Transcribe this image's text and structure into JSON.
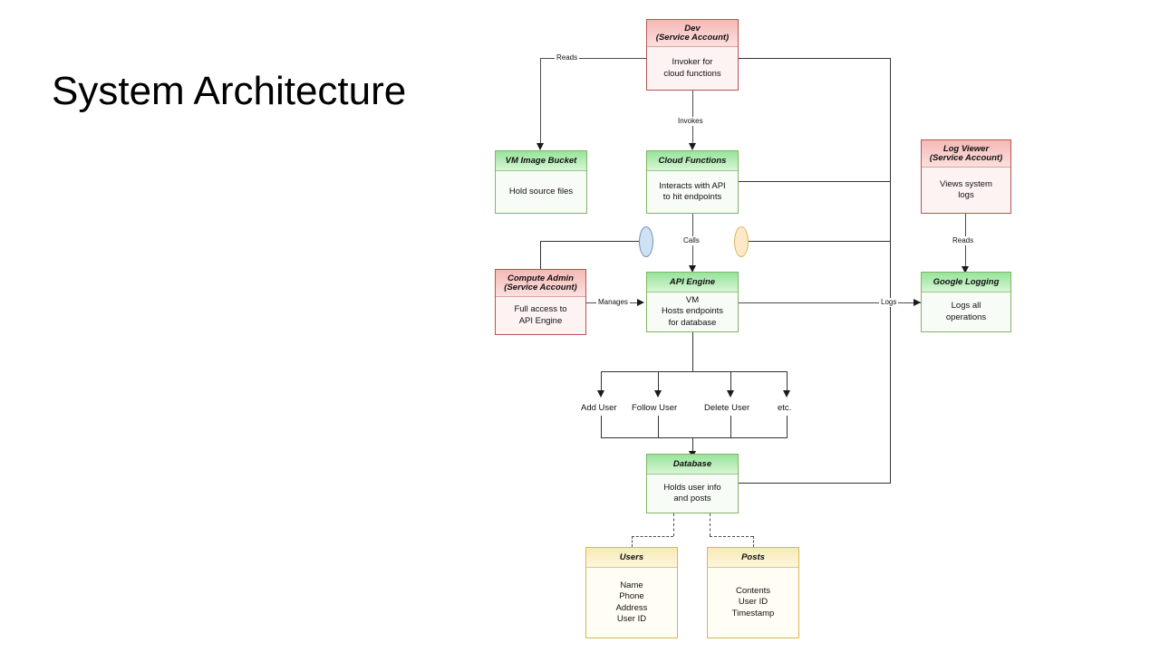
{
  "slide": {
    "title": "System Architecture",
    "background": "#ffffff"
  },
  "colors": {
    "service_account_fill": "#f8cecc",
    "service_account_stroke": "#b85450",
    "gcp_service_fill": "#d5e8d4",
    "gcp_service_stroke": "#82b366",
    "table_fill": "#fff2cc",
    "table_stroke": "#d6b656",
    "connector_stroke": "#4d4d4d",
    "ellipse_blue_fill": "#cfe2f3",
    "ellipse_blue_stroke": "#6c8ebf",
    "ellipse_amber_fill": "#fde9c8",
    "ellipse_amber_stroke": "#d6b656"
  },
  "nodes": {
    "dev": {
      "title_line1": "Dev",
      "title_line2": "(Service Account)",
      "body": "Invoker for\ncloud functions",
      "kind": "service-account"
    },
    "vm_image_bucket": {
      "title_line1": "VM Image Bucket",
      "body": "Hold source files",
      "kind": "gcp-service"
    },
    "cloud_functions": {
      "title_line1": "Cloud Functions",
      "body": "Interacts with API\nto hit endpoints",
      "kind": "gcp-service"
    },
    "log_viewer": {
      "title_line1": "Log Viewer",
      "title_line2": "(Service Account)",
      "body": "Views system\nlogs",
      "kind": "service-account"
    },
    "compute_admin": {
      "title_line1": "Compute Admin",
      "title_line2": "(Service Account)",
      "body": "Full access to\nAPI Engine",
      "kind": "service-account"
    },
    "api_engine": {
      "title_line1": "API Engine",
      "body": "VM\nHosts endpoints\nfor database",
      "kind": "gcp-service"
    },
    "google_logging": {
      "title_line1": "Google Logging",
      "body": "Logs all\noperations",
      "kind": "gcp-service"
    },
    "database": {
      "title_line1": "Database",
      "body": "Holds user info\nand posts",
      "kind": "gcp-service"
    },
    "users_table": {
      "title_line1": "Users",
      "body": "Name\nPhone\nAddress\nUser ID",
      "kind": "table"
    },
    "posts_table": {
      "title_line1": "Posts",
      "body": "Contents\nUser ID\nTimestamp",
      "kind": "table"
    }
  },
  "edge_labels": {
    "reads_dev_to_bucket": "Reads",
    "invokes": "Invokes",
    "calls": "Calls",
    "manages": "Manages",
    "logs": "Logs",
    "reads_logviewer": "Reads"
  },
  "endpoints": {
    "add_user": "Add User",
    "follow_user": "Follow User",
    "delete_user": "Delete User",
    "etc": "etc."
  }
}
